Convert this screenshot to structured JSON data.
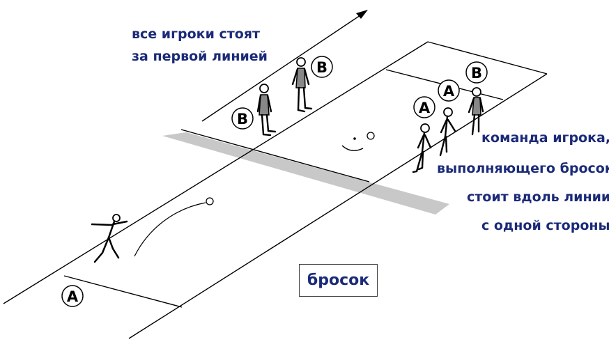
{
  "captions": {
    "all_players_line1": "все  игроки стоят",
    "all_players_line2": "за первой линией",
    "team_line1": "команда игрока,",
    "team_line2": "выполняющего бросок",
    "team_line3": "стоит вдоль линии",
    "team_line4": "с одной стороны"
  },
  "throw_label": "бросок",
  "badges": {
    "left_a": "A",
    "b_left": "B",
    "b_right": "B",
    "a_front": "A",
    "a_mid": "A",
    "b_far": "B"
  },
  "colors": {
    "text": "#1b2a78",
    "line": "#000000",
    "shaded_band": "#c8c8c8"
  }
}
